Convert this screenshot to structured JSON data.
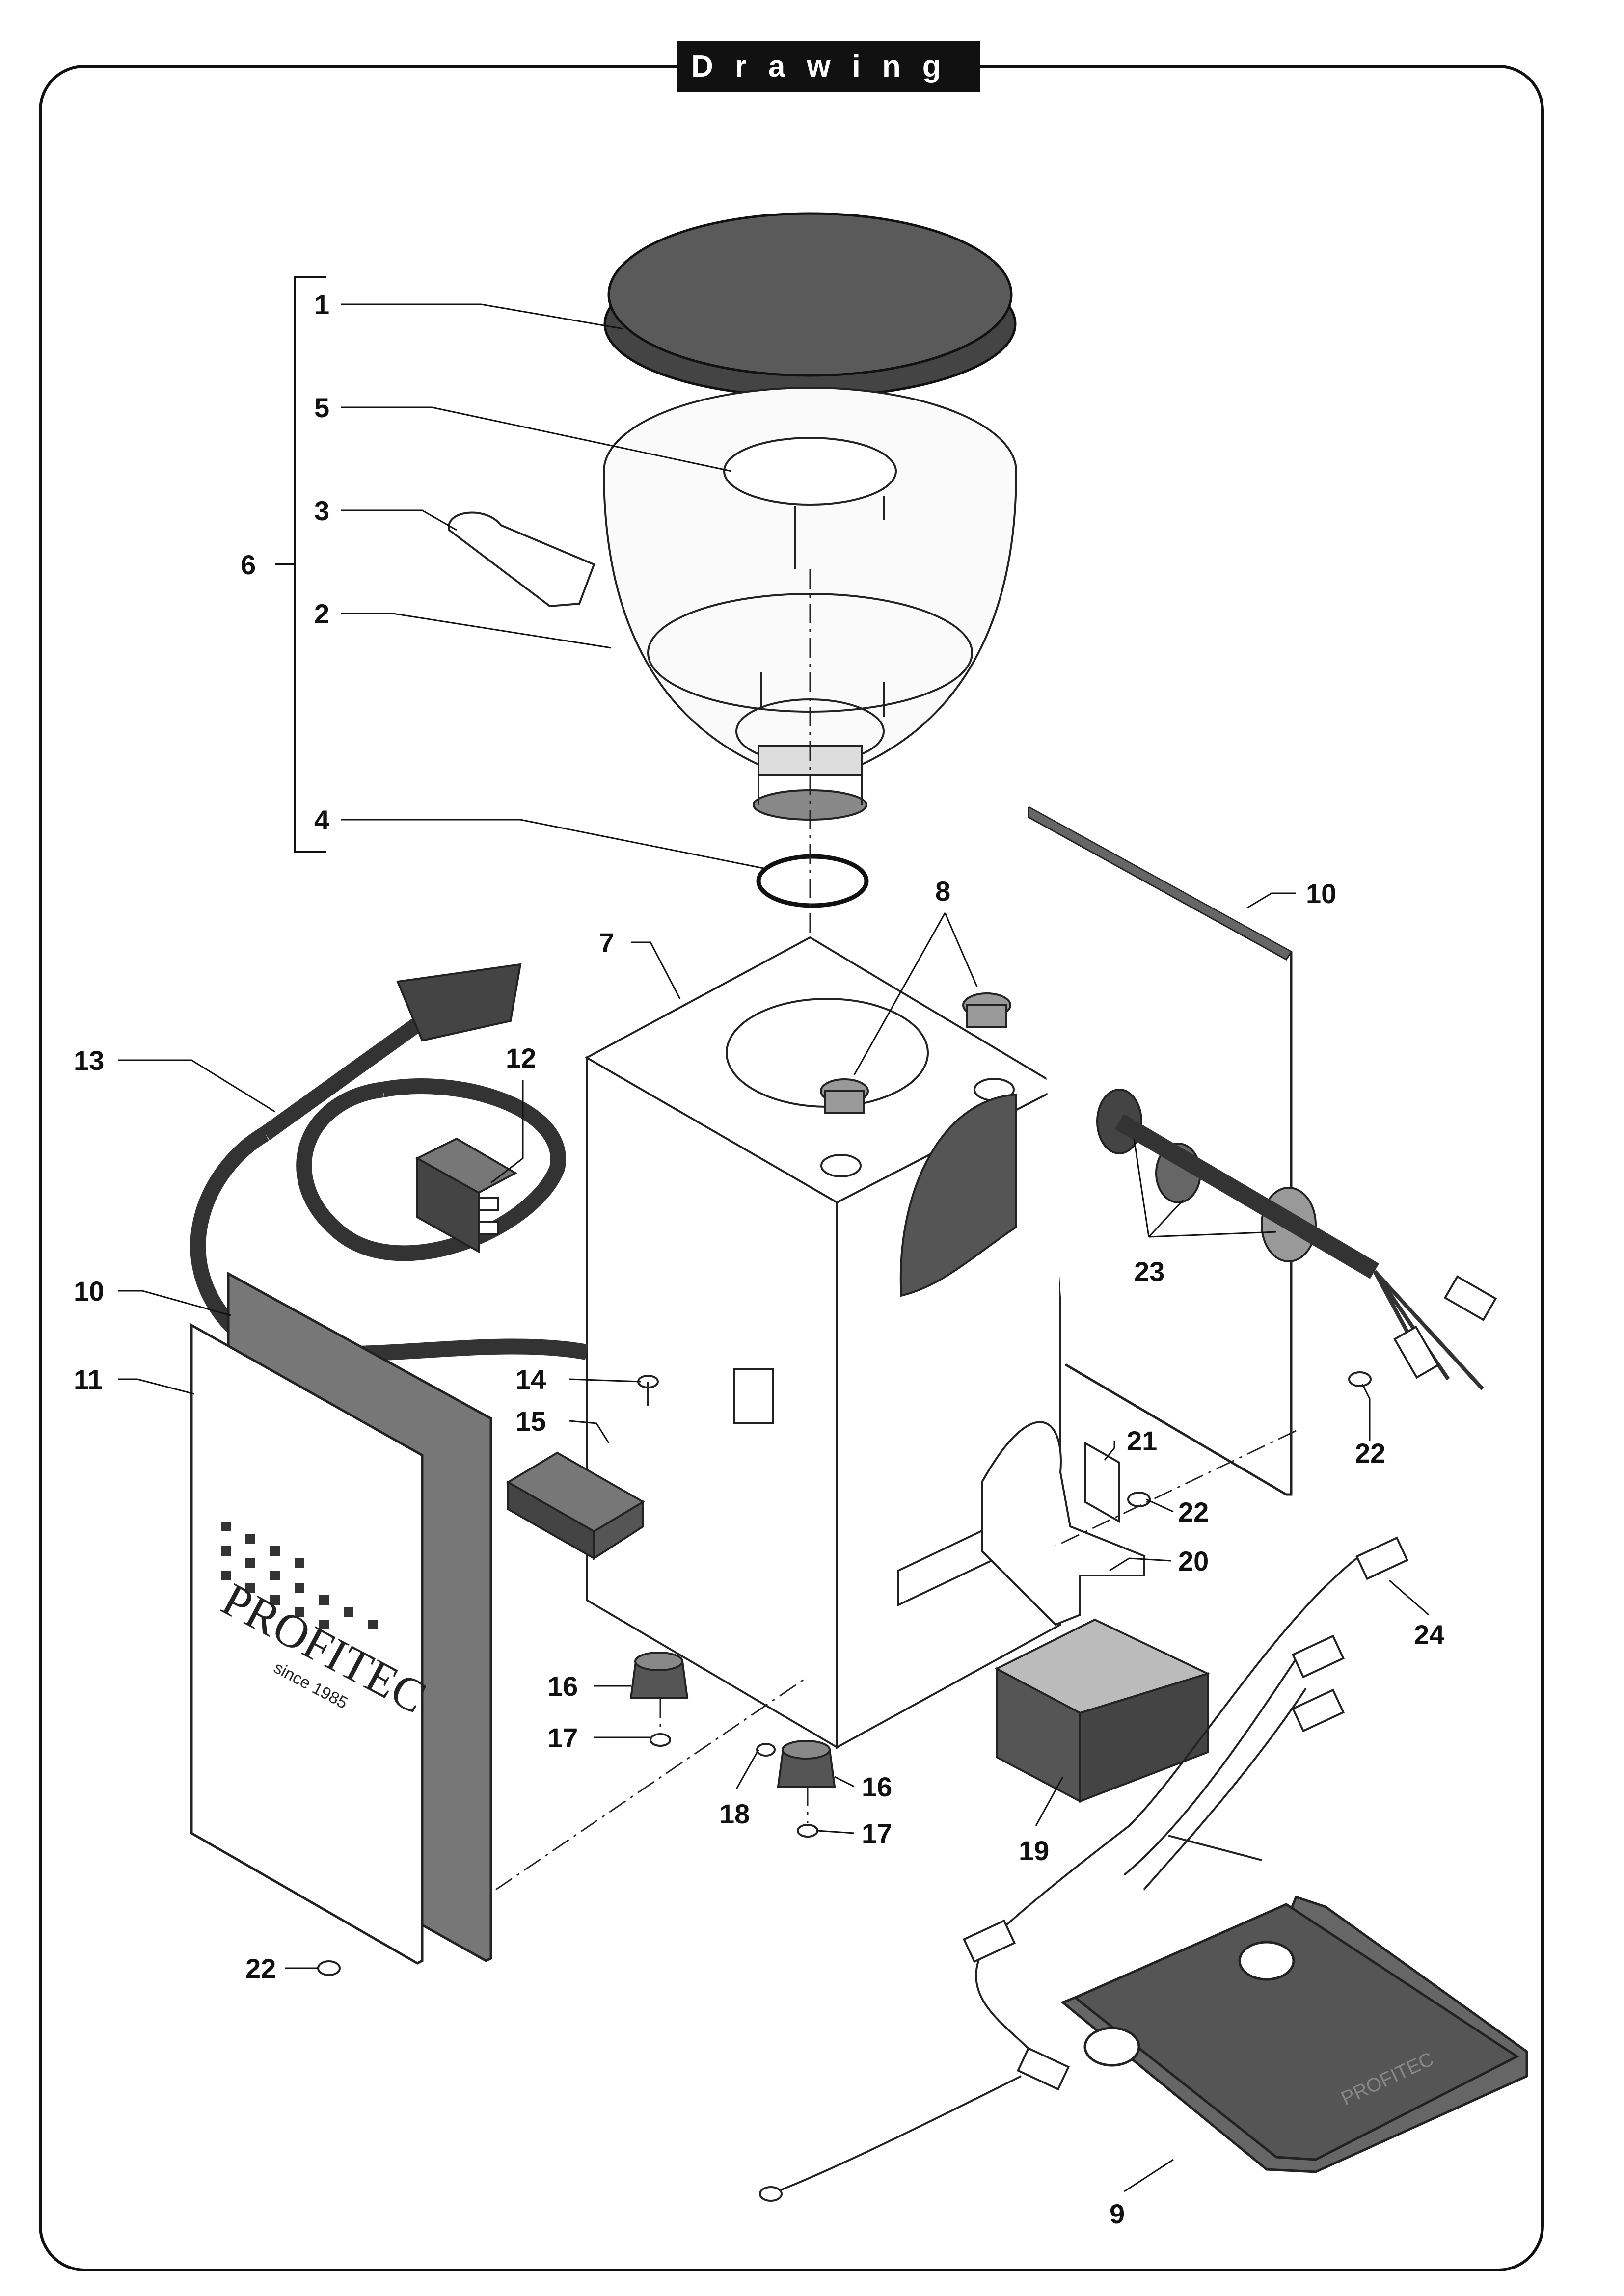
{
  "title": "Drawing",
  "brand": {
    "logo_text": "PROFITEC",
    "logo_subtext": "since 1985",
    "tray_stamp": "PROFITEC"
  },
  "callouts": [
    {
      "id": "c1",
      "label": "1"
    },
    {
      "id": "c5",
      "label": "5"
    },
    {
      "id": "c3",
      "label": "3"
    },
    {
      "id": "c6",
      "label": "6"
    },
    {
      "id": "c2",
      "label": "2"
    },
    {
      "id": "c4",
      "label": "4"
    },
    {
      "id": "c8",
      "label": "8"
    },
    {
      "id": "c10a",
      "label": "10"
    },
    {
      "id": "c7",
      "label": "7"
    },
    {
      "id": "c13",
      "label": "13"
    },
    {
      "id": "c12",
      "label": "12"
    },
    {
      "id": "c23",
      "label": "23"
    },
    {
      "id": "c10b",
      "label": "10"
    },
    {
      "id": "c11",
      "label": "11"
    },
    {
      "id": "c14",
      "label": "14"
    },
    {
      "id": "c15",
      "label": "15"
    },
    {
      "id": "c22a",
      "label": "22"
    },
    {
      "id": "c21",
      "label": "21"
    },
    {
      "id": "c22b",
      "label": "22"
    },
    {
      "id": "c20",
      "label": "20"
    },
    {
      "id": "c24",
      "label": "24"
    },
    {
      "id": "c16a",
      "label": "16"
    },
    {
      "id": "c17a",
      "label": "17"
    },
    {
      "id": "c18",
      "label": "18"
    },
    {
      "id": "c16b",
      "label": "16"
    },
    {
      "id": "c17b",
      "label": "17"
    },
    {
      "id": "c19",
      "label": "19"
    },
    {
      "id": "c22c",
      "label": "22"
    },
    {
      "id": "c9",
      "label": "9"
    }
  ]
}
